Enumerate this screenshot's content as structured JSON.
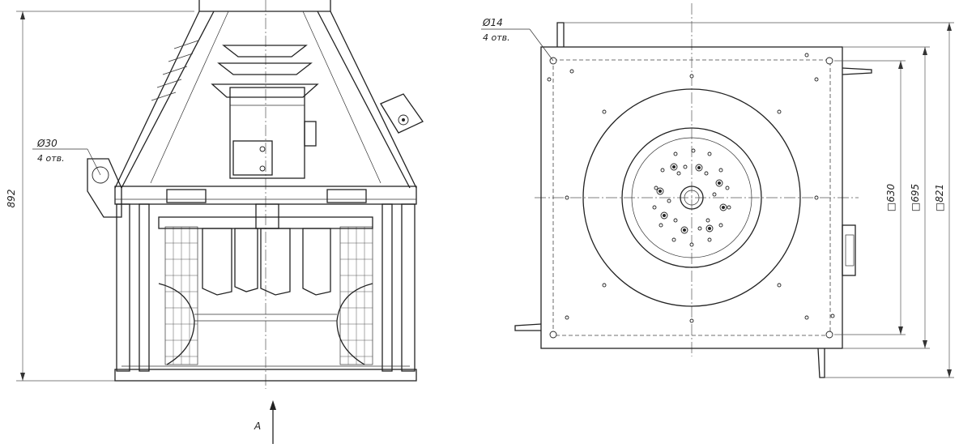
{
  "drawing": {
    "side_view": {
      "height_dim": "892",
      "hole_dia": "Ø30",
      "hole_count": "4 отв.",
      "view_arrow": "A"
    },
    "top_view": {
      "hole_dia": "Ø14",
      "hole_count": "4 отв.",
      "dim_inner": "□630",
      "dim_mid": "□695",
      "dim_outer": "□821"
    }
  }
}
